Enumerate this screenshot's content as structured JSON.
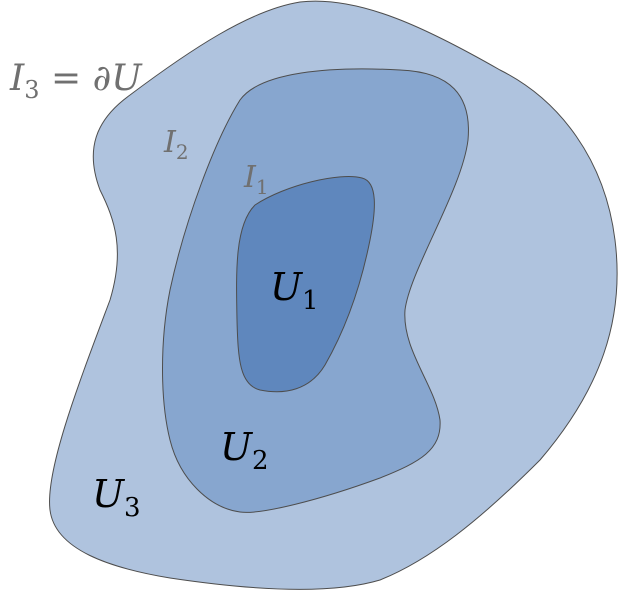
{
  "colors": {
    "outer": "#afc3de",
    "middle": "#87a6cf",
    "inner": "#5f87bd",
    "stroke": "#4d4d4d",
    "boundary_label": "#707070",
    "region_label": "#000000"
  },
  "labels": {
    "i3": {
      "base": "I",
      "sub": "3",
      "eq": " = ∂",
      "rhs": "U"
    },
    "i2": {
      "base": "I",
      "sub": "2"
    },
    "i1": {
      "base": "I",
      "sub": "1"
    },
    "u1": {
      "base": "U",
      "sub": "1"
    },
    "u2": {
      "base": "U",
      "sub": "2"
    },
    "u3": {
      "base": "U",
      "sub": "3"
    }
  }
}
